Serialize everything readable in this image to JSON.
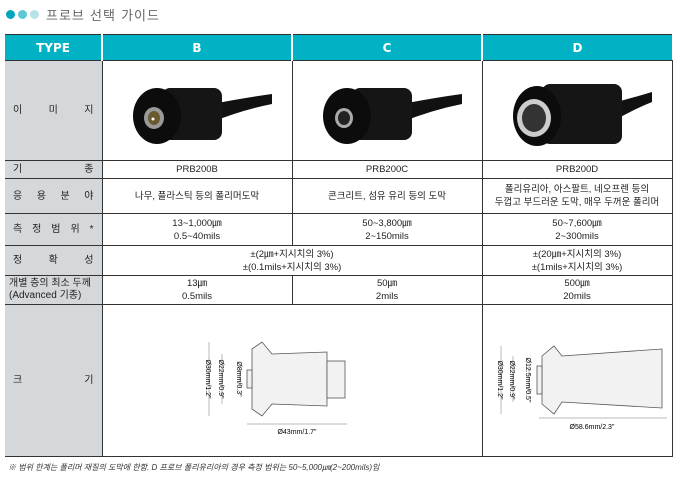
{
  "title": "프로브 선택 가이드",
  "colors": {
    "header": "#00b2c3",
    "label_bg": "#d5d8da",
    "dot1": "#00a7bc",
    "dot2": "#5cc8d6",
    "dot3": "#b5e3ea"
  },
  "header": {
    "type": "TYPE",
    "b": "B",
    "c": "C",
    "d": "D"
  },
  "rows": {
    "image": {
      "label": "이 미 지"
    },
    "model": {
      "label": "기 종",
      "b": "PRB200B",
      "c": "PRB200C",
      "d": "PRB200D"
    },
    "application": {
      "label": "응 용 분 야",
      "b": "나무, 플라스틱 등의 폴리머도막",
      "c": "콘크리트, 섬유 유리 등의 도막",
      "d1": "폴리유리아, 아스팔트, 네오프렌 등의",
      "d2": "두껍고 부드러운 도막, 매우 두꺼운 폴리머"
    },
    "range": {
      "label": "측 정 범 위 *",
      "b1": "13~1,000㎛",
      "b2": "0.5~40mils",
      "c1": "50~3,800㎛",
      "c2": "2~150mils",
      "d1": "50~7,600㎛",
      "d2": "2~300mils"
    },
    "accuracy": {
      "label": "정 확 성",
      "bc1": "±(2㎛+지시치의 3%)",
      "bc2": "±(0.1mils+지시치의 3%)",
      "d1": "±(20㎛+지시치의 3%)",
      "d2": "±(1mils+지시치의 3%)"
    },
    "min_thickness": {
      "label1": "개별 층의 최소 두께",
      "label2": "(Advanced 기종)",
      "b1": "13㎛",
      "b2": "0.5mils",
      "c1": "50㎛",
      "c2": "2mils",
      "d1": "500㎛",
      "d2": "20mils"
    },
    "size": {
      "label": "크 기",
      "bc": {
        "outer": "Ø30mm/1.2\"",
        "mid": "Ø22mm/0.9\"",
        "inner": "Ø8mm/0.3\"",
        "length": "Ø43mm/1.7\""
      },
      "d": {
        "outer": "Ø30mm/1.2\"",
        "mid": "Ø22mm/0.9\"",
        "inner": "Ø12.5mm/0.5\"",
        "length": "Ø58.6mm/2.3\""
      }
    }
  },
  "footnote": "※ 범위 한계는 폴리머 재질의 도막에 한함. D 프로브 폴리유리아의 경우 측정 범위는 50~5,000㎛(2~200mils)임"
}
